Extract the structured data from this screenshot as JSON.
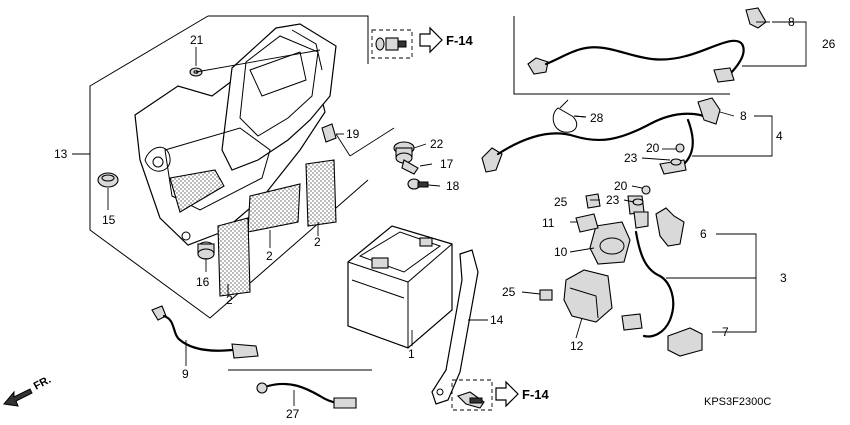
{
  "diagram": {
    "code": "KPS3F2300C",
    "front_label": "FR.",
    "ref_labels": [
      "F-14",
      "F-14"
    ],
    "callouts": [
      "1",
      "2",
      "2",
      "2",
      "3",
      "4",
      "6",
      "7",
      "8",
      "8",
      "9",
      "10",
      "11",
      "12",
      "13",
      "14",
      "15",
      "16",
      "17",
      "18",
      "19",
      "20",
      "20",
      "21",
      "22",
      "23",
      "23",
      "25",
      "25",
      "26",
      "27",
      "28"
    ]
  }
}
